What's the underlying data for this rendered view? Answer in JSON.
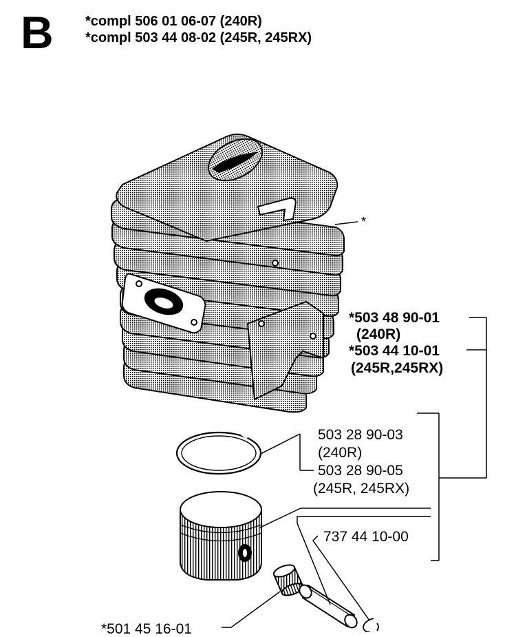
{
  "section": {
    "letter": "B"
  },
  "header": {
    "line1": "*compl 506 01 06-07 (240R)",
    "line2": "*compl 503 44 08-02 (245R, 245RX)"
  },
  "labels": {
    "cylinder_marker": "*",
    "cyl_240_part": "*503 48 90-01",
    "cyl_240_model": "(240R)",
    "cyl_245_part": "*503 44 10-01",
    "cyl_245_model": "(245R,245RX)",
    "ring_240_part": "503 28 90-03",
    "ring_240_model": "(240R)",
    "ring_245_part": "503 28 90-05",
    "ring_245_model": "(245R, 245RX)",
    "circlip_part": "737 44 10-00",
    "bearing_part": "*501 45 16-01"
  },
  "colors": {
    "ink": "#000000",
    "paper": "#ffffff",
    "shade": "#9a9a9a"
  }
}
